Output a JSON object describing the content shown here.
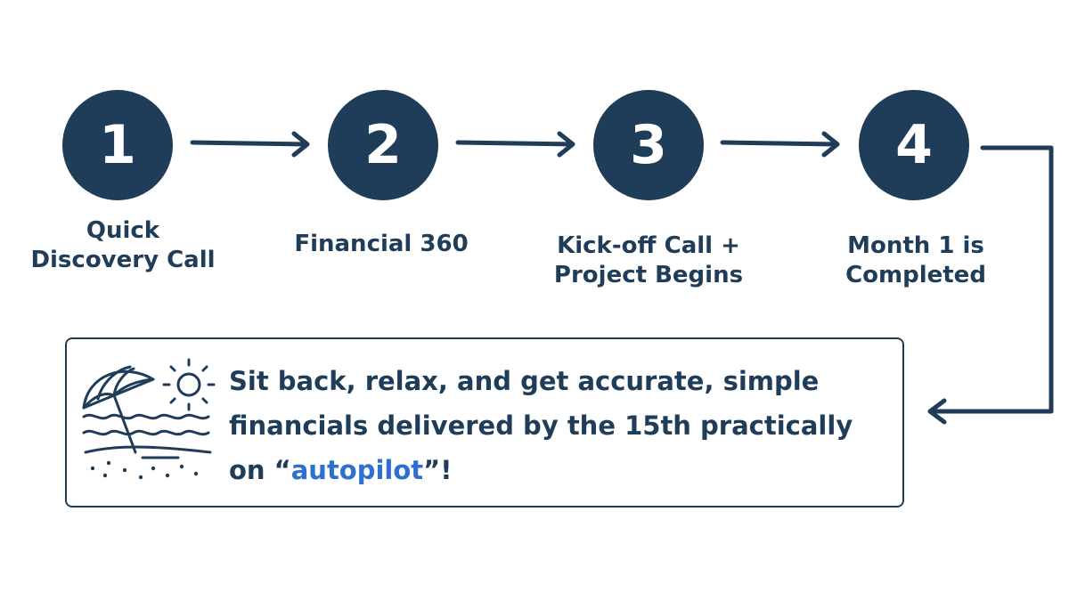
{
  "steps": [
    {
      "number": "1",
      "label": "Quick\nDiscovery Call"
    },
    {
      "number": "2",
      "label": "Financial 360"
    },
    {
      "number": "3",
      "label": "Kick-off Call +\nProject Begins"
    },
    {
      "number": "4",
      "label": "Month 1 is\nCompleted"
    }
  ],
  "callout": {
    "text_before": "Sit back, relax, and get accurate, simple financials delivered by the 15th practically on “",
    "highlight": "autopilot",
    "text_after": "”!"
  },
  "colors": {
    "navy": "#1f3d58",
    "accent_blue": "#2f6fd0"
  },
  "icons": {
    "callout": "beach-umbrella-sun-icon"
  }
}
